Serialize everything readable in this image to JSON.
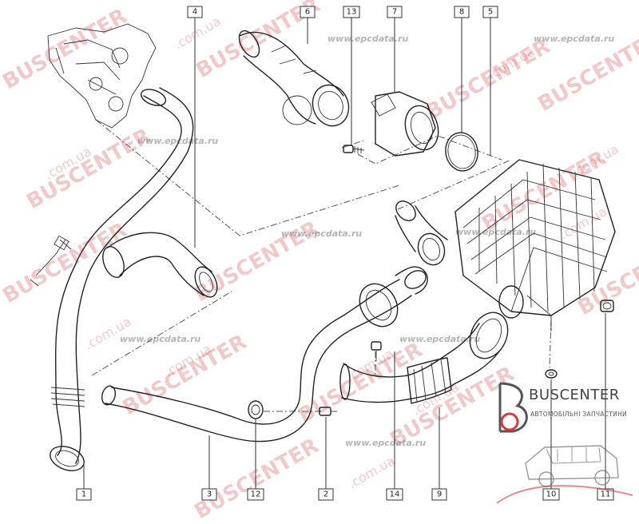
{
  "callouts": {
    "c1": "1",
    "c2": "2",
    "c3": "3",
    "c4": "4",
    "c5": "5",
    "c6": "6",
    "c7": "7",
    "c8": "8",
    "c9": "9",
    "c10": "10",
    "c11": "11",
    "c12": "12",
    "c13": "13",
    "c14": "14"
  },
  "watermarks": {
    "buscenter": "BUSCENTER",
    "buscenter_suffix": ".com.ua",
    "epcdata": "www.epcdata.ru"
  },
  "logo": {
    "brand": "BUSCENTER",
    "tagline": "АВТОМОБІЛЬНІ ЗАПЧАСТИНИ",
    "accent": "#d23c3c"
  }
}
